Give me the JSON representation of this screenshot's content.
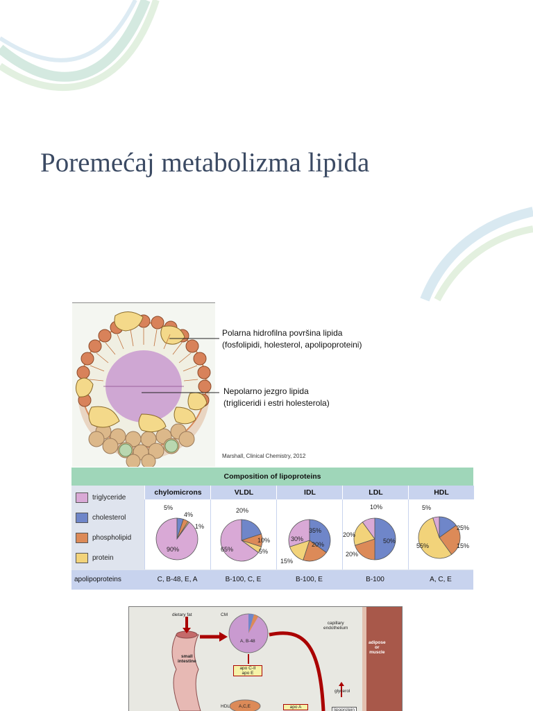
{
  "slide": {
    "title": "Poremećaj metabolizma lipida"
  },
  "figure_lipoprotein": {
    "label_surface_line1": "Polarna hidrofilna površina lipida",
    "label_surface_line2": "(fosfolipidi, holesterol, apolipoproteini)",
    "label_core_line1": "Nepolarno jezgro lipida",
    "label_core_line2": " (trigliceridi i estri holesterola)",
    "source": "Marshall, Clinical Chemistry, 2012"
  },
  "composition_table": {
    "title": "Composition of lipoproteins",
    "columns": [
      "chylomicrons",
      "VLDL",
      "IDL",
      "LDL",
      "HDL"
    ],
    "legend": [
      {
        "label": "triglyceride",
        "color": "#d9a9d6"
      },
      {
        "label": "cholesterol",
        "color": "#6f86c9"
      },
      {
        "label": "phospholipid",
        "color": "#dc8a58"
      },
      {
        "label": "protein",
        "color": "#f2d37a"
      }
    ],
    "row_label": "apolipoproteins",
    "apolipoproteins": [
      "C, B-48, E, A",
      "B-100, C, E",
      "B-100, E",
      "B-100",
      "A, C, E"
    ]
  },
  "chart_data": {
    "type": "pie",
    "title": "Composition of lipoproteins",
    "categories": [
      "triglyceride",
      "cholesterol",
      "phospholipid",
      "protein"
    ],
    "pies": [
      {
        "name": "chylomicrons",
        "values": [
          90,
          5,
          4,
          1
        ],
        "labels": [
          "90%",
          "5%",
          "4%",
          "1%"
        ]
      },
      {
        "name": "VLDL",
        "values": [
          65,
          20,
          10,
          5
        ],
        "labels": [
          "65%",
          "20%",
          "10%",
          "5%"
        ]
      },
      {
        "name": "IDL",
        "values": [
          30,
          35,
          20,
          15
        ],
        "labels": [
          "30%",
          "35%",
          "20%",
          "15%"
        ]
      },
      {
        "name": "LDL",
        "values": [
          10,
          50,
          20,
          20
        ],
        "labels": [
          "10%",
          "50%",
          "20%",
          "20%"
        ]
      },
      {
        "name": "HDL",
        "values": [
          5,
          15,
          25,
          55
        ],
        "labels": [
          "5%",
          "15%",
          "25%",
          "55%"
        ]
      }
    ]
  },
  "figure_metabolism": {
    "dietary_fat": "dietary fat",
    "cm": "CM",
    "small_intestine": "small\nintestine",
    "chylo_label": "A, B-48",
    "apo_box": "apo C-II\napo E",
    "capillary": "capillary\nendothelium",
    "adipose": "adipose\nor\nmuscle",
    "glycerol": "glycerol",
    "hdl": "HDL",
    "hdl_ace": "A,C,E",
    "apo_a": "apo A",
    "lipoprotein": "lipoprotein"
  }
}
